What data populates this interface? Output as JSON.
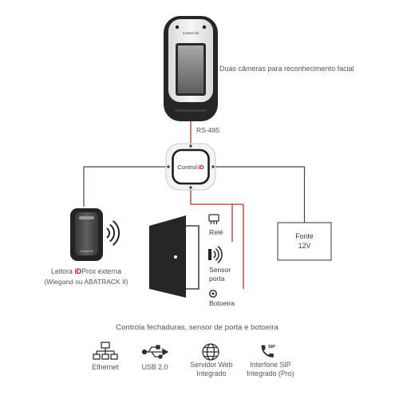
{
  "colors": {
    "accent": "#c8102e",
    "text": "#555555",
    "wire_red": "#b5332b",
    "wire_dark": "#444444"
  },
  "terminal": {
    "icon": "face-recognition-terminal",
    "brand": "Control iD",
    "caption": "Duas câmeras para reconhecimento facial"
  },
  "rs485_link": {
    "label": "RS-485"
  },
  "controller": {
    "icon": "access-controller",
    "brand_main": "Control",
    "brand_accent": "iD"
  },
  "reader": {
    "icon": "proximity-reader",
    "signal_icon": "wireless-waves-icon",
    "brand": "Control iD",
    "caption": {
      "before": "Leitora ",
      "accent": "iD",
      "after": "Prox externa"
    },
    "subcaption": "(Wiegand ou ABATRACK II)"
  },
  "door": {
    "icon": "door-icon",
    "outputs": [
      {
        "icon": "relay-icon",
        "label_lines": [
          "Relé"
        ]
      },
      {
        "icon": "door-sensor-icon",
        "label_lines": [
          "Sensor",
          "porta"
        ]
      },
      {
        "icon": "exit-button-icon",
        "label_lines": [
          "Botoeira"
        ]
      }
    ]
  },
  "power_supply": {
    "label_lines": [
      "Fonte",
      "12V"
    ]
  },
  "summary": "Controla fechaduras, sensor de porta e botoeira",
  "features": [
    {
      "icon": "ethernet-icon",
      "label_lines": [
        "Ethernet"
      ]
    },
    {
      "icon": "usb-icon",
      "label_lines": [
        "USB 2.0"
      ]
    },
    {
      "icon": "globe-icon",
      "label_lines": [
        "Servidor Web",
        "Integrado"
      ]
    },
    {
      "icon": "phone-sip-icon",
      "badge": "SIP",
      "label_lines": [
        "Interfone SIP",
        "Integrado (Pro)"
      ]
    }
  ]
}
